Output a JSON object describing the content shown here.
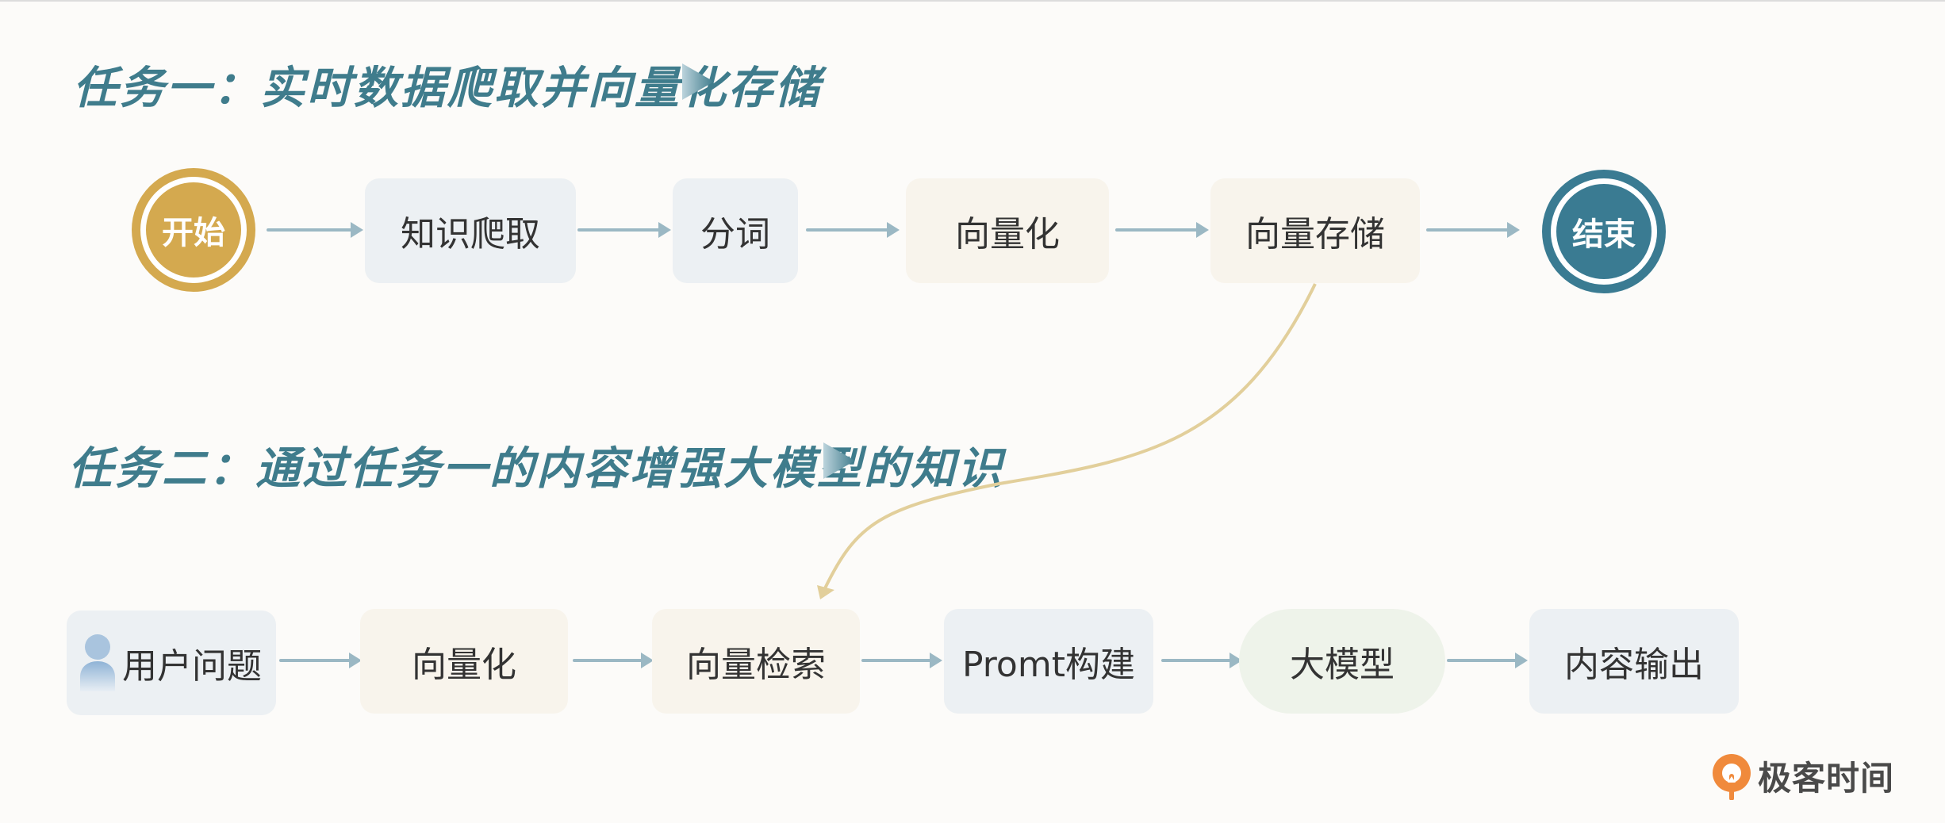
{
  "task1": {
    "title": "任务一：实时数据爬取并向量化存储",
    "start": "开始",
    "steps": [
      "知识爬取",
      "分词",
      "向量化",
      "向量存储"
    ],
    "end": "结束"
  },
  "task2": {
    "title": "任务二：通过任务一的内容增强大模型的知识",
    "steps": [
      "用户问题",
      "向量化",
      "向量检索",
      "Promt构建",
      "大模型",
      "内容输出"
    ]
  },
  "brand": {
    "name": "极客时间"
  },
  "colors": {
    "title": "#3f7c8c",
    "start": "#d4a94f",
    "end": "#3a7b92",
    "arrow": "#9bb8c4",
    "curve": "#e2cf9b"
  }
}
